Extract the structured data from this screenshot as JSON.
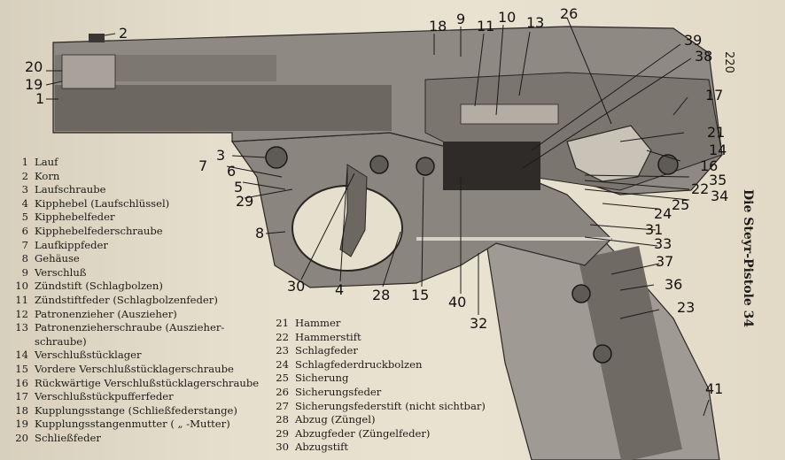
{
  "page_number": "220",
  "running_title": "Die Steyr-Pistole 34",
  "figure": {
    "callouts": [
      "1",
      "2",
      "3",
      "4",
      "5",
      "6",
      "7",
      "8",
      "9",
      "10",
      "11",
      "13",
      "14",
      "15",
      "16",
      "17",
      "18",
      "19",
      "20",
      "21",
      "22",
      "23",
      "24",
      "25",
      "26",
      "28",
      "29",
      "30",
      "31",
      "32",
      "33",
      "34",
      "35",
      "36",
      "37",
      "38",
      "39",
      "40",
      "41"
    ]
  },
  "parts_left": [
    {
      "num": "1",
      "name": "Lauf"
    },
    {
      "num": "2",
      "name": "Korn"
    },
    {
      "num": "3",
      "name": "Laufschraube"
    },
    {
      "num": "4",
      "name": "Kipphebel (Laufschlüssel)"
    },
    {
      "num": "5",
      "name": "Kipphebelfeder"
    },
    {
      "num": "6",
      "name": "Kipphebelfederschraube"
    },
    {
      "num": "7",
      "name": "Laufkippfeder"
    },
    {
      "num": "8",
      "name": "Gehäuse"
    },
    {
      "num": "9",
      "name": "Verschluß"
    },
    {
      "num": "10",
      "name": "Zündstift (Schlagbolzen)"
    },
    {
      "num": "11",
      "name": "Zündstiftfeder (Schlagbolzenfeder)"
    },
    {
      "num": "12",
      "name": "Patronenzieher (Auszieher)"
    },
    {
      "num": "13",
      "name": "Patronenzieherschraube (Auszieher-"
    },
    {
      "num": "",
      "name": "schraube)"
    },
    {
      "num": "14",
      "name": "Verschlußstücklager"
    },
    {
      "num": "15",
      "name": "Vordere Verschlußstücklagerschraube"
    },
    {
      "num": "16",
      "name": "Rückwärtige Verschlußstücklagerschraube"
    },
    {
      "num": "17",
      "name": "Verschlußstückpufferfeder"
    },
    {
      "num": "18",
      "name": "Kupplungsstange (Schließfederstange)"
    },
    {
      "num": "19",
      "name": "Kupplungsstangenmutter ( „ -Mutter)"
    },
    {
      "num": "20",
      "name": "Schließfeder"
    }
  ],
  "parts_right": [
    {
      "num": "21",
      "name": "Hammer"
    },
    {
      "num": "22",
      "name": "Hammerstift"
    },
    {
      "num": "23",
      "name": "Schlagfeder"
    },
    {
      "num": "24",
      "name": "Schlagfederdruckbolzen"
    },
    {
      "num": "25",
      "name": "Sicherung"
    },
    {
      "num": "26",
      "name": "Sicherungsfeder"
    },
    {
      "num": "27",
      "name": "Sicherungsfederstift (nicht sichtbar)"
    },
    {
      "num": "28",
      "name": "Abzug (Züngel)"
    },
    {
      "num": "29",
      "name": "Abzugfeder (Züngelfeder)"
    },
    {
      "num": "30",
      "name": "Abzugstift"
    }
  ],
  "colors": {
    "paper": "#e6dfcd",
    "ink": "#1d1a16",
    "metal_dark": "#5e5a55",
    "metal_mid": "#8b8680",
    "metal_light": "#b3ada4"
  }
}
